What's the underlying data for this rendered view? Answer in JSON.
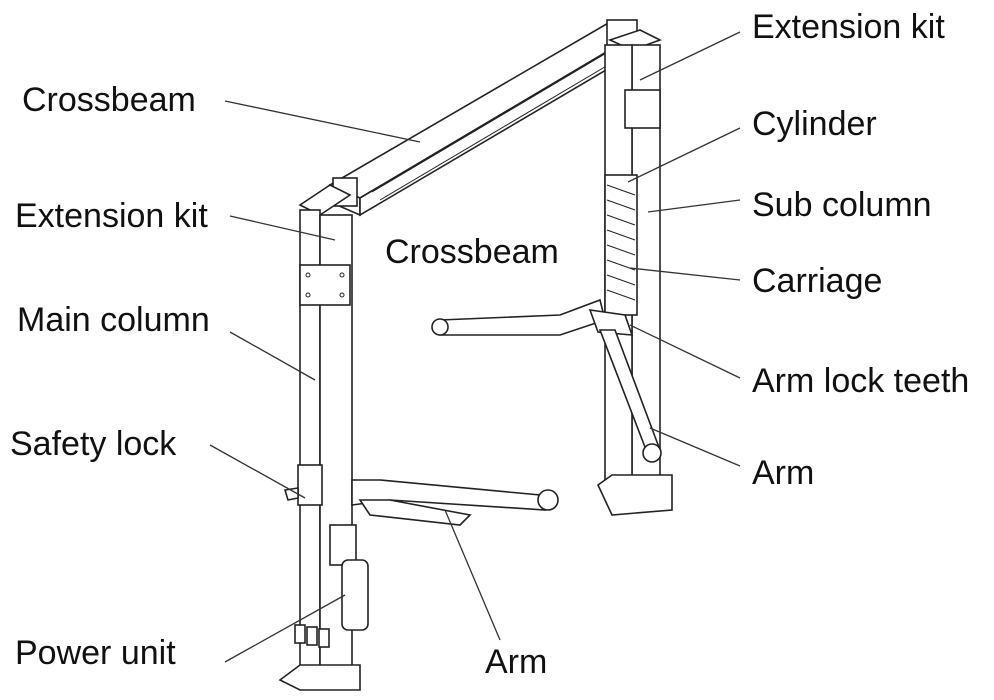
{
  "diagram": {
    "labels": {
      "extension_kit_right": "Extension kit",
      "crossbeam_top": "Crossbeam",
      "cylinder": "Cylinder",
      "extension_kit_left": "Extension kit",
      "sub_column": "Sub column",
      "crossbeam_mid": "Crossbeam",
      "carriage": "Carriage",
      "main_column": "Main column",
      "arm_lock_teeth": "Arm lock teeth",
      "safety_lock": "Safety lock",
      "arm_right": "Arm",
      "power_unit": "Power unit",
      "arm_bottom": "Arm"
    }
  }
}
